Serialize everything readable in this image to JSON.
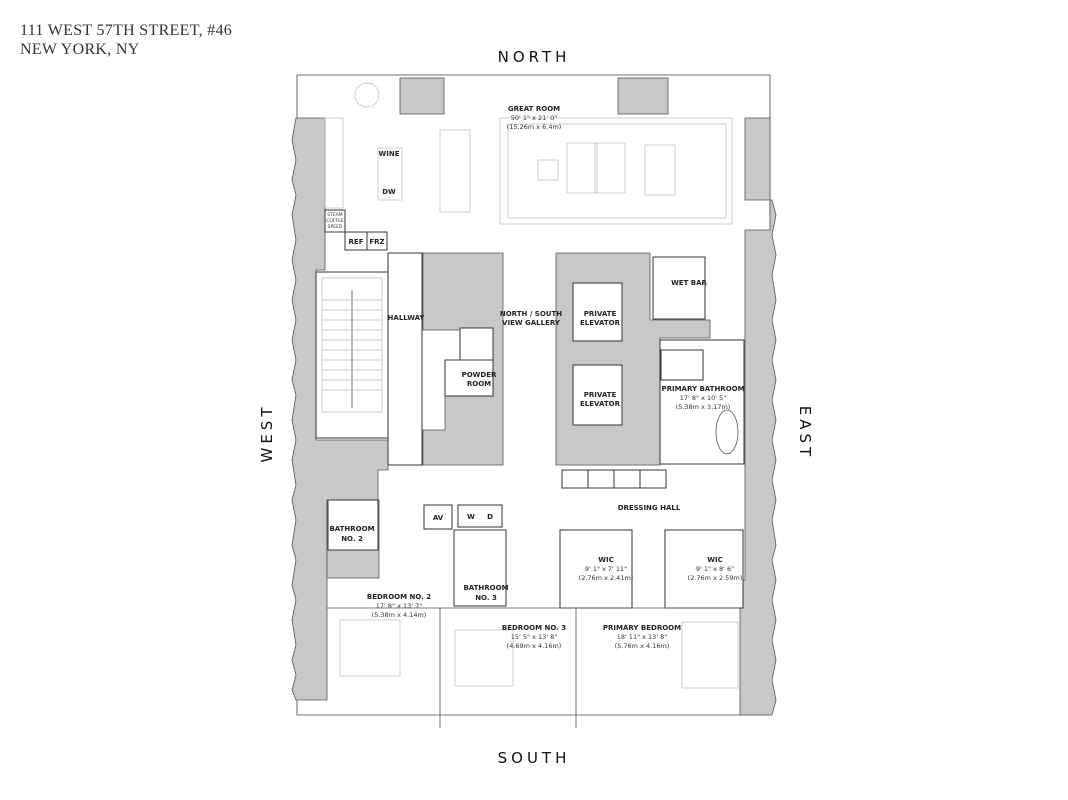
{
  "header": {
    "address_line1": "111 WEST 57TH STREET, #46",
    "address_line2": "NEW YORK, NY"
  },
  "compass": {
    "north": "NORTH",
    "south": "SOUTH",
    "west": "WEST",
    "east": "EAST"
  },
  "rooms": {
    "great_room": {
      "name": "GREAT ROOM",
      "dim_ft": "50' 1\" x 21' 0\"",
      "dim_m": "(15.26m x 6.4m)"
    },
    "kitchen": {
      "wine": "WINE",
      "dw": "DW",
      "ref": "REF",
      "frz": "FRZ",
      "appliances": [
        "STEAM",
        "COFFEE",
        "SPEED"
      ]
    },
    "hallway": {
      "name": "HALLWAY"
    },
    "gallery": {
      "name_line1": "NORTH / SOUTH",
      "name_line2": "VIEW GALLERY"
    },
    "powder_room": {
      "name_line1": "POWDER",
      "name_line2": "ROOM"
    },
    "elevator_1": {
      "name_line1": "PRIVATE",
      "name_line2": "ELEVATOR"
    },
    "elevator_2": {
      "name_line1": "PRIVATE",
      "name_line2": "ELEVATOR"
    },
    "wet_bar": {
      "name": "WET BAR"
    },
    "primary_bathroom": {
      "name": "PRIMARY BATHROOM",
      "dim_ft": "17' 8\" x 10' 5\"",
      "dim_m": "(5.38m x 3.17m)"
    },
    "dressing_hall": {
      "name": "DRESSING HALL"
    },
    "bathroom_2": {
      "name_line1": "BATHROOM",
      "name_line2": "NO. 2"
    },
    "av": {
      "name": "AV"
    },
    "laundry": {
      "w": "W",
      "d": "D"
    },
    "bathroom_3": {
      "name_line1": "BATHROOM",
      "name_line2": "NO. 3"
    },
    "wic_1": {
      "name": "WIC",
      "dim_ft": "9' 1\" x 7' 11\"",
      "dim_m": "(2.76m x 2.41m)"
    },
    "wic_2": {
      "name": "WIC",
      "dim_ft": "9' 1\" x 8' 6\"",
      "dim_m": "(2.76m x 2.59m)"
    },
    "bedroom_2": {
      "name": "BEDROOM NO. 2",
      "dim_ft": "17' 8\" x 13' 7\"",
      "dim_m": "(5.38m x 4.14m)"
    },
    "bedroom_3": {
      "name": "BEDROOM NO. 3",
      "dim_ft": "15' 5\" x 13' 8\"",
      "dim_m": "(4.69m x 4.16m)"
    },
    "primary_bedroom": {
      "name": "PRIMARY BEDROOM",
      "dim_ft": "18' 11\" x 13' 8\"",
      "dim_m": "(5.76m x 4.16m)"
    }
  }
}
